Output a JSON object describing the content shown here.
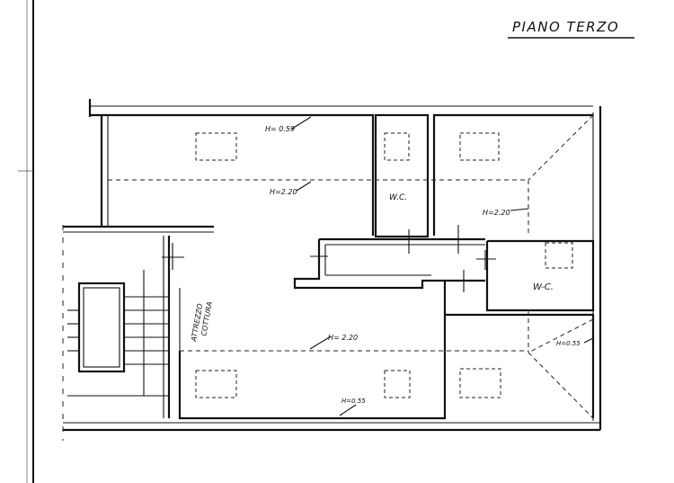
{
  "drawing": {
    "title": "PIANO TERZO",
    "heights": {
      "h1": "H= 0.59",
      "h2": "H=2.20",
      "h3": "H=2.20",
      "h4": "H= 2.20",
      "h5": "H=0.55",
      "h6": "H=0.55"
    },
    "rooms": {
      "wc_upper": "W.C.",
      "wc_right": "W-C."
    },
    "notes": {
      "attic_line1": "ATTREZZO",
      "attic_line2": "COTTURA"
    }
  }
}
